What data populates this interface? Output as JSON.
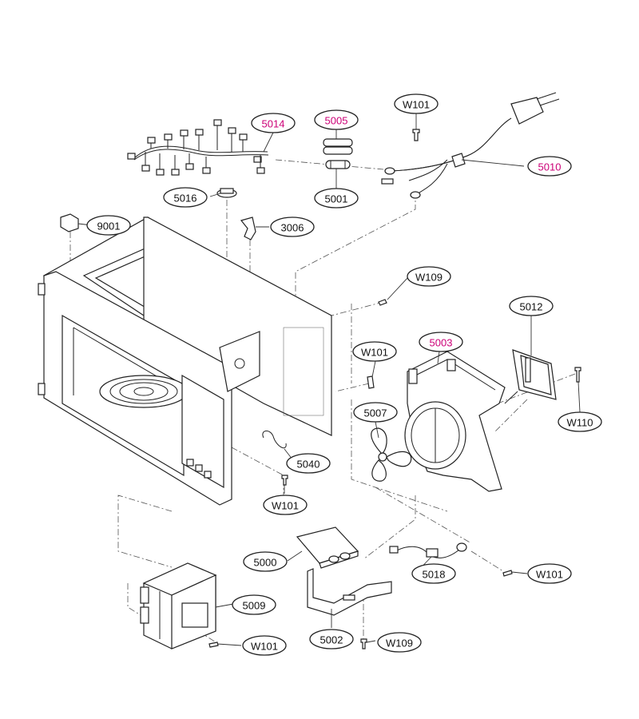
{
  "diagram": {
    "accent_color": "#cc0077",
    "text_color": "#111111",
    "callouts": [
      {
        "id": "5014",
        "text": "5014",
        "highlight": true
      },
      {
        "id": "5005",
        "text": "5005",
        "highlight": true
      },
      {
        "id": "W101_top",
        "text": "W101",
        "highlight": false
      },
      {
        "id": "5010",
        "text": "5010",
        "highlight": true
      },
      {
        "id": "5016",
        "text": "5016",
        "highlight": false
      },
      {
        "id": "5001",
        "text": "5001",
        "highlight": false
      },
      {
        "id": "9001",
        "text": "9001",
        "highlight": false
      },
      {
        "id": "3006",
        "text": "3006",
        "highlight": false
      },
      {
        "id": "W109_top",
        "text": "W109",
        "highlight": false
      },
      {
        "id": "5012",
        "text": "5012",
        "highlight": false
      },
      {
        "id": "W101_mid",
        "text": "W101",
        "highlight": false
      },
      {
        "id": "5003",
        "text": "5003",
        "highlight": true
      },
      {
        "id": "5007",
        "text": "5007",
        "highlight": false
      },
      {
        "id": "W110",
        "text": "W110",
        "highlight": false
      },
      {
        "id": "5040",
        "text": "5040",
        "highlight": false
      },
      {
        "id": "W101_left",
        "text": "W101",
        "highlight": false
      },
      {
        "id": "5000",
        "text": "5000",
        "highlight": false
      },
      {
        "id": "5018",
        "text": "5018",
        "highlight": false
      },
      {
        "id": "W101_right",
        "text": "W101",
        "highlight": false
      },
      {
        "id": "5009",
        "text": "5009",
        "highlight": false
      },
      {
        "id": "5002",
        "text": "5002",
        "highlight": false
      },
      {
        "id": "W109_bottom",
        "text": "W109",
        "highlight": false
      },
      {
        "id": "W101_bottom",
        "text": "W101",
        "highlight": false
      }
    ]
  }
}
